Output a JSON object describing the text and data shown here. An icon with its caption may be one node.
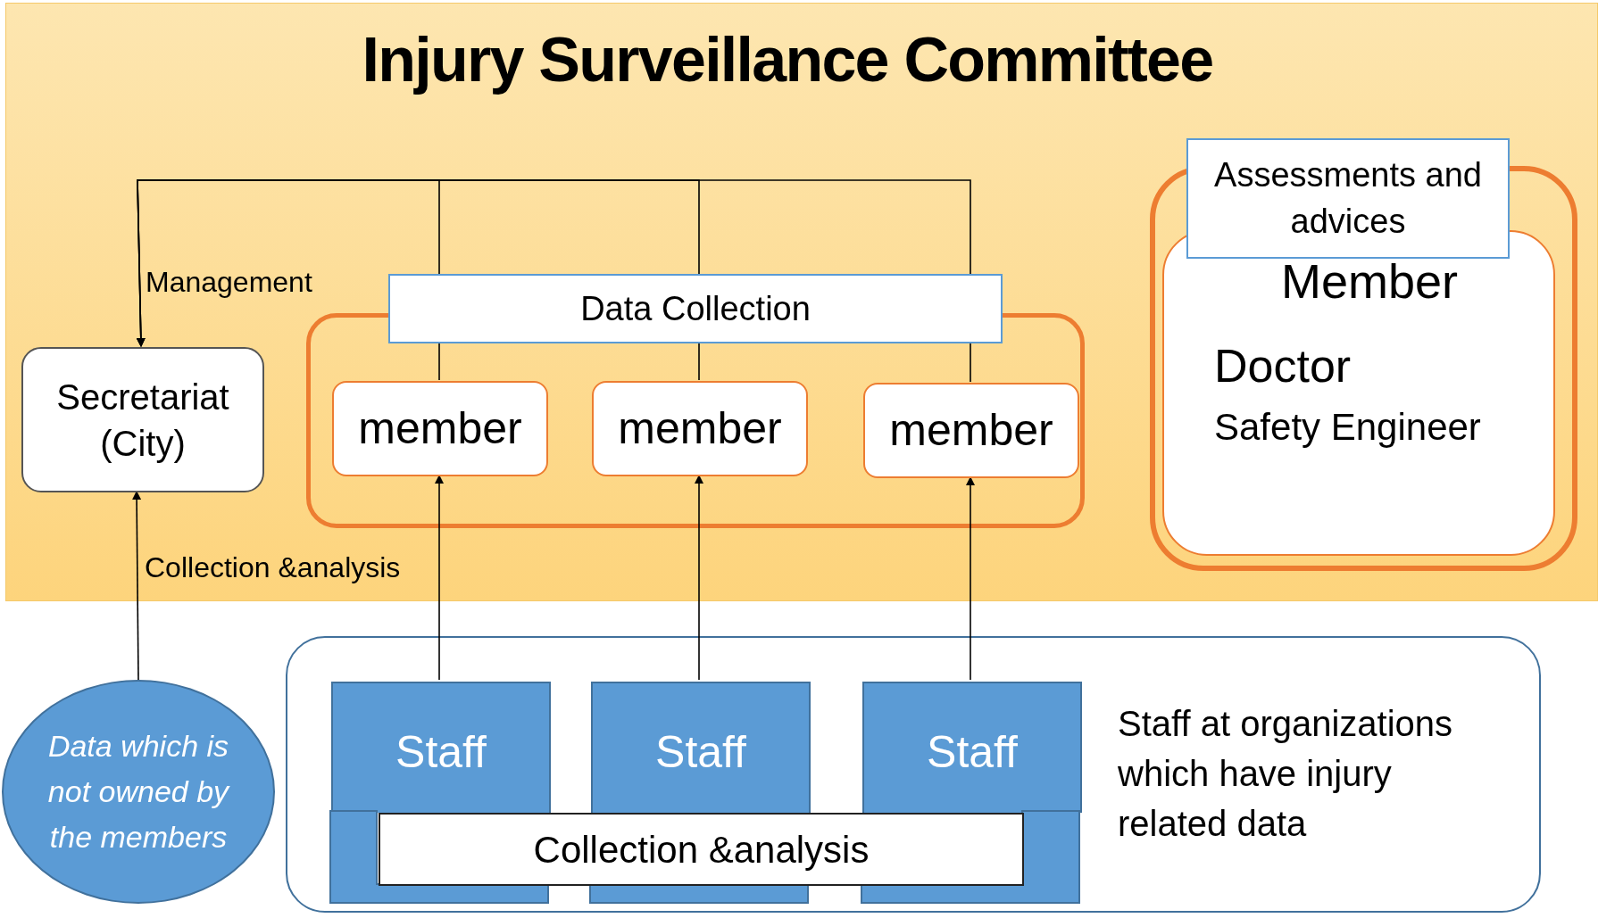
{
  "diagram": {
    "nodes": [
      {
        "text": [
          "Injury Surveillance Committee"
        ]
      },
      {
        "text": [
          "Secretariat (City)"
        ],
        "in": 0
      },
      {
        "text": [
          "Data Collection"
        ],
        "in": 0
      },
      {
        "text": [
          "member"
        ],
        "in": 2
      },
      {
        "text": [
          "member"
        ],
        "in": 2
      },
      {
        "text": [
          "member"
        ],
        "in": 2
      },
      {
        "text": [
          "Assessments and advices"
        ],
        "in": 0
      },
      {
        "text": [
          "Member",
          "Doctor",
          "Safety Engineer"
        ],
        "in": 6
      },
      {
        "text": [
          "Data which is not owned by the members"
        ]
      },
      {
        "text": [
          "Staff at organizations which have injury related data"
        ]
      },
      {
        "text": [
          "Staff"
        ],
        "in": 9
      },
      {
        "text": [
          "Staff"
        ],
        "in": 9
      },
      {
        "text": [
          "Staff"
        ],
        "in": 9
      },
      {
        "text": [
          "Collection &analysis"
        ],
        "in": 9
      },
      {
        "text": [],
        "shape": "box",
        "in": 9
      },
      {
        "text": [],
        "shape": "box",
        "in": 9
      },
      {
        "text": [],
        "shape": "box",
        "in": 9
      }
    ],
    "edges": [
      {
        "from": 3,
        "to": 1,
        "arrow": "to",
        "label": "Management"
      },
      {
        "from": 4,
        "to": 1,
        "arrow": "to"
      },
      {
        "from": 5,
        "to": 1,
        "arrow": "to"
      },
      {
        "from": 8,
        "to": 1,
        "arrow": "to",
        "label": "Collection &analysis"
      },
      {
        "from": 10,
        "to": 3,
        "arrow": "to"
      },
      {
        "from": 11,
        "to": 4,
        "arrow": "to"
      },
      {
        "from": 12,
        "to": 5,
        "arrow": "to"
      }
    ]
  }
}
